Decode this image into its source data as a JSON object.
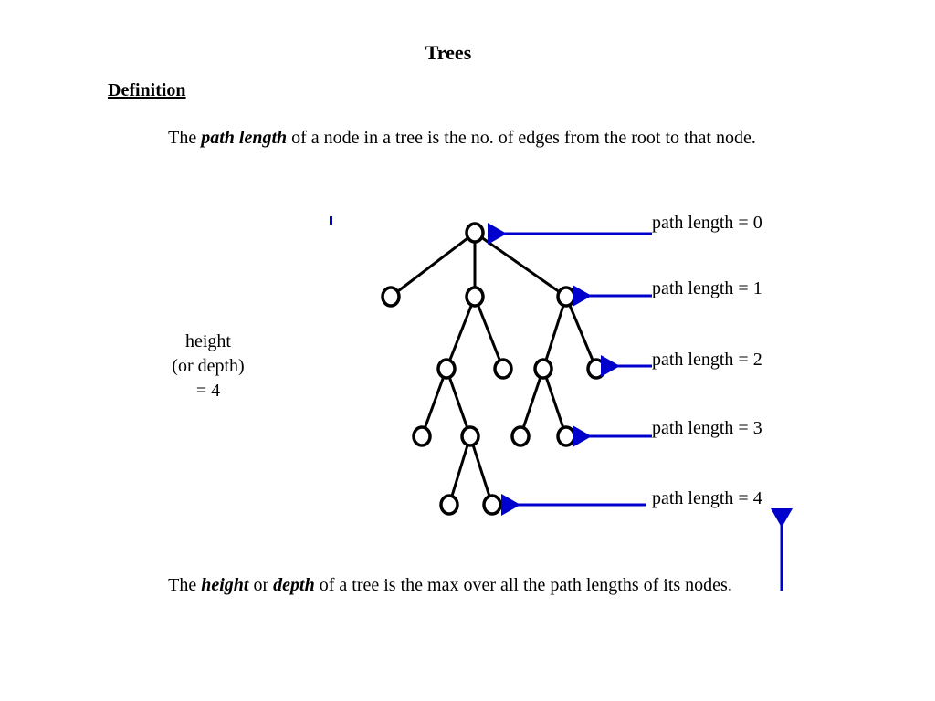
{
  "title": "Trees",
  "section": "Definition",
  "definition_path_length": {
    "prefix": "The ",
    "term": "path length",
    "suffix": " of a node in a tree is the no. of edges from the root to that node."
  },
  "definition_height": {
    "prefix": "The ",
    "term1": "height",
    "middle": " or ",
    "term2": "depth",
    "suffix": " of a tree is the max over all the path lengths of its nodes."
  },
  "height_label": {
    "line1": "height",
    "line2": "(or depth)",
    "line3": "= 4"
  },
  "levels": [
    "path length = 0",
    "path length = 1",
    "path length = 2",
    "path length = 3",
    "path length = 4"
  ],
  "colors": {
    "arrow": "#0000cc",
    "node": "#000000",
    "edge": "#000000"
  },
  "tree": {
    "nodes": [
      {
        "id": "root",
        "depth": 0
      },
      {
        "id": "a",
        "depth": 1
      },
      {
        "id": "b",
        "depth": 1
      },
      {
        "id": "c",
        "depth": 1
      },
      {
        "id": "d",
        "depth": 2
      },
      {
        "id": "e",
        "depth": 2
      },
      {
        "id": "f",
        "depth": 2
      },
      {
        "id": "g",
        "depth": 2
      },
      {
        "id": "h",
        "depth": 3
      },
      {
        "id": "i",
        "depth": 3
      },
      {
        "id": "j",
        "depth": 3
      },
      {
        "id": "k",
        "depth": 3
      },
      {
        "id": "l",
        "depth": 4
      },
      {
        "id": "m",
        "depth": 4
      }
    ],
    "edges": [
      [
        "root",
        "a"
      ],
      [
        "root",
        "b"
      ],
      [
        "root",
        "c"
      ],
      [
        "b",
        "d"
      ],
      [
        "b",
        "e"
      ],
      [
        "c",
        "f"
      ],
      [
        "c",
        "g"
      ],
      [
        "d",
        "h"
      ],
      [
        "d",
        "i"
      ],
      [
        "f",
        "j"
      ],
      [
        "f",
        "k"
      ],
      [
        "i",
        "l"
      ],
      [
        "i",
        "m"
      ]
    ]
  }
}
